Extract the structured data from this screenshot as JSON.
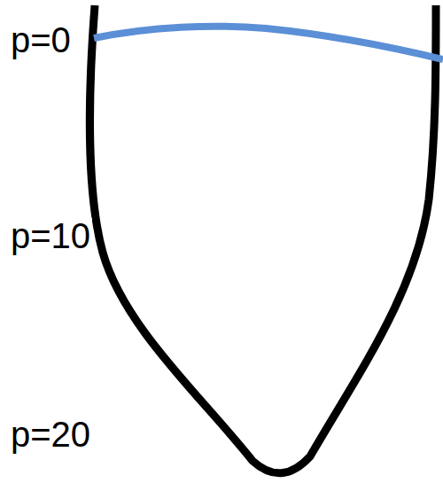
{
  "diagram": {
    "labels": [
      "p=0",
      "p=10",
      "p=20"
    ]
  }
}
